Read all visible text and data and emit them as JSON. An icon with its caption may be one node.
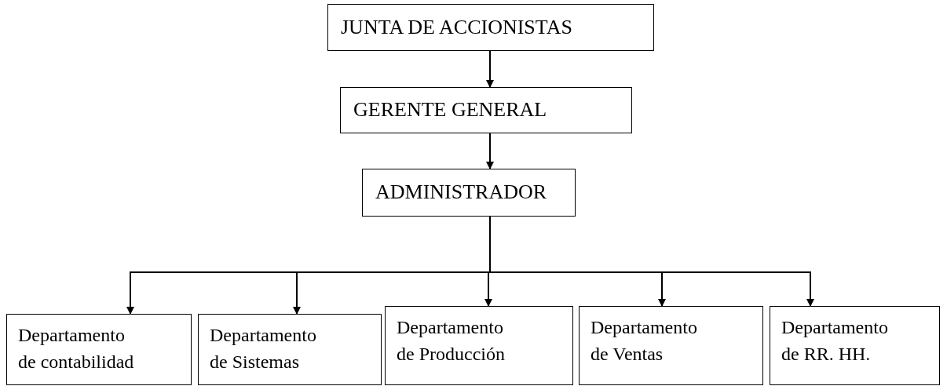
{
  "diagram": {
    "nodes": [
      {
        "text": [
          "JUNTA DE ACCIONISTAS"
        ]
      },
      {
        "text": [
          "GERENTE GENERAL"
        ]
      },
      {
        "text": [
          "ADMINISTRADOR"
        ]
      },
      {
        "text": [
          "Departamento de contabilidad"
        ]
      },
      {
        "text": [
          "Departamento de Sistemas"
        ]
      },
      {
        "text": [
          "Departamento de Producción"
        ]
      },
      {
        "text": [
          "Departamento de Ventas"
        ]
      },
      {
        "text": [
          "Departamento de RR. HH."
        ]
      }
    ],
    "edges": [
      {
        "from": 0,
        "to": 1,
        "arrow": "to"
      },
      {
        "from": 1,
        "to": 2,
        "arrow": "to"
      },
      {
        "from": 2,
        "to": 3,
        "arrow": "to"
      },
      {
        "from": 2,
        "to": 4,
        "arrow": "to"
      },
      {
        "from": 2,
        "to": 5,
        "arrow": "to"
      },
      {
        "from": 2,
        "to": 6,
        "arrow": "to"
      },
      {
        "from": 2,
        "to": 7,
        "arrow": "to"
      }
    ]
  }
}
